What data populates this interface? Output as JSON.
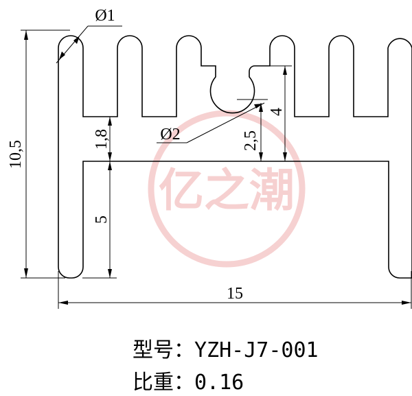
{
  "drawing": {
    "labels": {
      "dia_1": "Ø1",
      "dia_2": "Ø2",
      "height_total": "10,5",
      "fin_base": "1,8",
      "lower_leg": "5",
      "groove_depth": "2,5",
      "groove_height": "4",
      "width_total": "15"
    },
    "watermark": "亿之潮",
    "colors": {
      "line": "#000000",
      "watermark": "#e05a5a"
    }
  },
  "caption": {
    "model": "型号：YZH-J7-001",
    "weight": "比重：0.16"
  }
}
